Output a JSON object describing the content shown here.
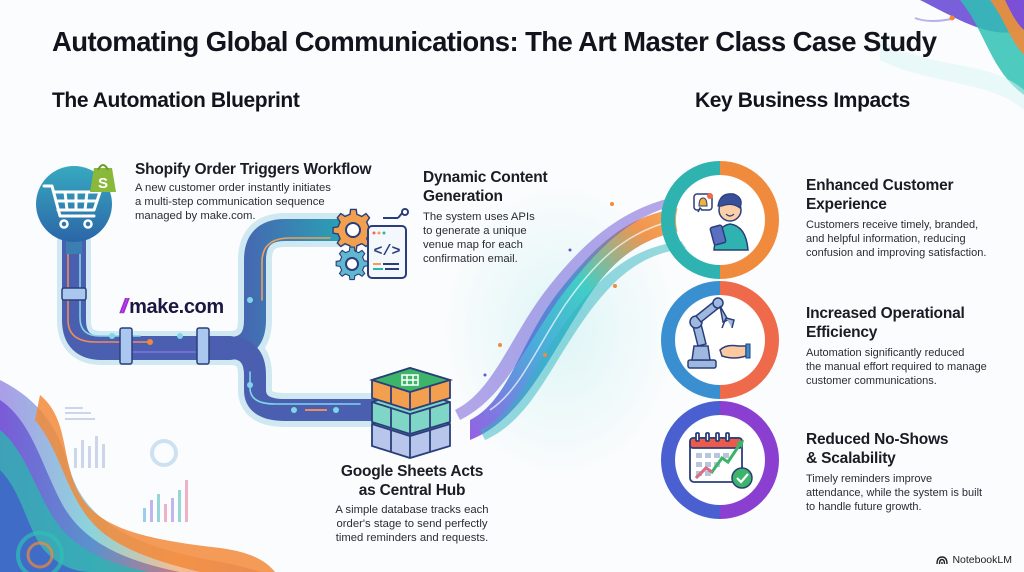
{
  "header": {
    "title": "Automating Global Communications: The Art Master Class Case Study"
  },
  "blueprint": {
    "heading": "The Automation Blueprint",
    "platform_logo": "make.com",
    "steps": [
      {
        "title": "Shopify Order Triggers Workflow",
        "description_lines": [
          "A new customer order instantly initiates",
          "a multi-step communication sequence",
          "managed by make.com."
        ],
        "icon": "shopping-cart-icon"
      },
      {
        "title_lines": [
          "Dynamic Content",
          "Generation"
        ],
        "description_lines": [
          "The system uses APIs",
          "to generate a unique",
          "venue map for each",
          "confirmation email."
        ],
        "icon": "gear-code-icon"
      },
      {
        "title_lines": [
          "Google Sheets Acts",
          "as Central Hub"
        ],
        "description_lines": [
          "A simple database tracks each",
          "order's stage to send perfectly",
          "timed reminders and requests."
        ],
        "icon": "spreadsheet-stack-icon"
      }
    ]
  },
  "impacts": {
    "heading": "Key Business Impacts",
    "items": [
      {
        "title_lines": [
          "Enhanced Customer",
          "Experience"
        ],
        "description_lines": [
          "Customers receive timely, branded,",
          "and helpful information, reducing",
          "confusion and improving satisfaction."
        ],
        "icon": "customer-notification-icon",
        "ring_colors": [
          "#2fb3b0",
          "#f08a3c"
        ]
      },
      {
        "title_lines": [
          "Increased Operational",
          "Efficiency"
        ],
        "description_lines": [
          "Automation significantly reduced",
          "the manual effort required to manage",
          "customer communications."
        ],
        "icon": "robot-arm-icon",
        "ring_colors": [
          "#3a8fd0",
          "#ee6a4a"
        ]
      },
      {
        "title_lines": [
          "Reduced No-Shows",
          "& Scalability"
        ],
        "description_lines": [
          "Timely reminders improve",
          "attendance, while the system is built",
          "to handle future growth."
        ],
        "icon": "calendar-growth-icon",
        "ring_colors": [
          "#4a5fd0",
          "#8a3fd0"
        ]
      }
    ]
  },
  "footer": {
    "brand": "NotebookLM"
  },
  "colors": {
    "teal": "#2aa7b5",
    "orange": "#f28a3a",
    "purple": "#7b4fd6",
    "blue": "#3f66c9",
    "pipe": "#3d5aa8",
    "make_accent": "#a22bd6"
  }
}
